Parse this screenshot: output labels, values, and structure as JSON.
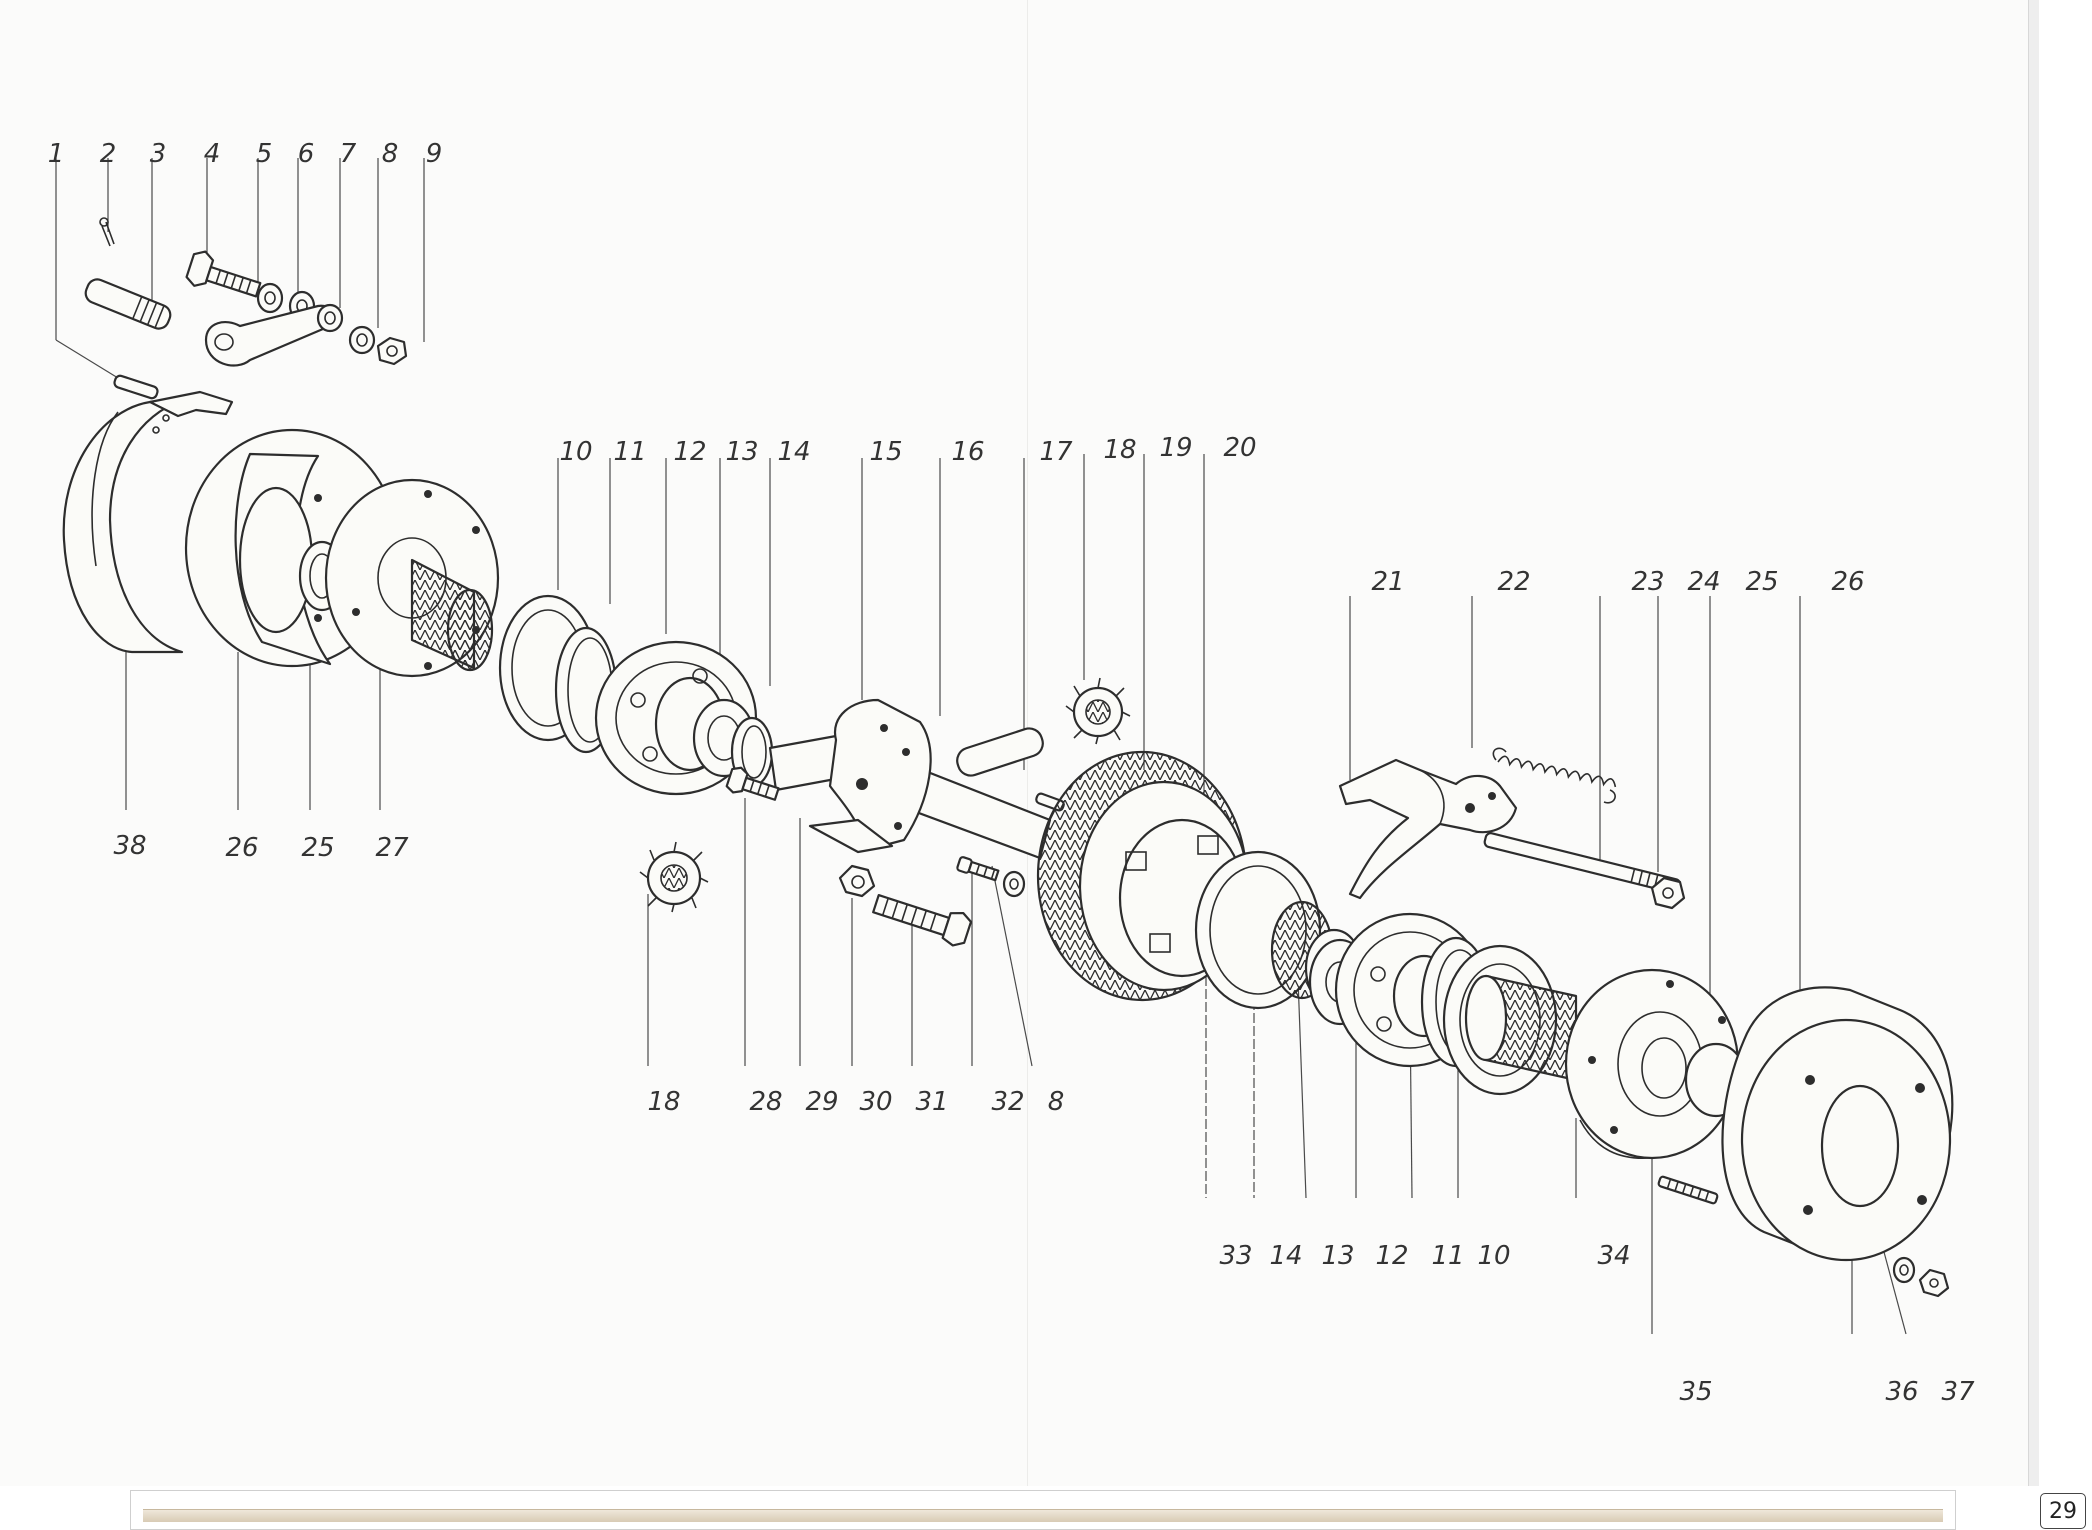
{
  "document": {
    "page_number": "29"
  },
  "callouts": [
    {
      "id": "c1",
      "text": "1"
    },
    {
      "id": "c2",
      "text": "2"
    },
    {
      "id": "c3",
      "text": "3"
    },
    {
      "id": "c4",
      "text": "4"
    },
    {
      "id": "c5",
      "text": "5"
    },
    {
      "id": "c6",
      "text": "6"
    },
    {
      "id": "c7",
      "text": "7"
    },
    {
      "id": "c8",
      "text": "8"
    },
    {
      "id": "c9",
      "text": "9"
    },
    {
      "id": "c10",
      "text": "10"
    },
    {
      "id": "c11",
      "text": "11"
    },
    {
      "id": "c12",
      "text": "12"
    },
    {
      "id": "c13",
      "text": "13"
    },
    {
      "id": "c14",
      "text": "14"
    },
    {
      "id": "c15",
      "text": "15"
    },
    {
      "id": "c16",
      "text": "16"
    },
    {
      "id": "c17",
      "text": "17"
    },
    {
      "id": "c18",
      "text": "18"
    },
    {
      "id": "c19",
      "text": "19"
    },
    {
      "id": "c20",
      "text": "20"
    },
    {
      "id": "c21",
      "text": "21"
    },
    {
      "id": "c22",
      "text": "22"
    },
    {
      "id": "c23",
      "text": "23"
    },
    {
      "id": "c24",
      "text": "24"
    },
    {
      "id": "c25",
      "text": "25"
    },
    {
      "id": "c26",
      "text": "26"
    },
    {
      "id": "c38",
      "text": "38"
    },
    {
      "id": "c26b",
      "text": "26"
    },
    {
      "id": "c25b",
      "text": "25"
    },
    {
      "id": "c27",
      "text": "27"
    },
    {
      "id": "c18b",
      "text": "18"
    },
    {
      "id": "c28",
      "text": "28"
    },
    {
      "id": "c29",
      "text": "29"
    },
    {
      "id": "c30",
      "text": "30"
    },
    {
      "id": "c31",
      "text": "31"
    },
    {
      "id": "c32",
      "text": "32"
    },
    {
      "id": "c8b",
      "text": "8"
    },
    {
      "id": "c33",
      "text": "33"
    },
    {
      "id": "c14b",
      "text": "14"
    },
    {
      "id": "c13b",
      "text": "13"
    },
    {
      "id": "c12b",
      "text": "12"
    },
    {
      "id": "c11b",
      "text": "11"
    },
    {
      "id": "c10b",
      "text": "10"
    },
    {
      "id": "c34",
      "text": "34"
    },
    {
      "id": "c35",
      "text": "35"
    },
    {
      "id": "c36",
      "text": "36"
    },
    {
      "id": "c37",
      "text": "37"
    }
  ]
}
